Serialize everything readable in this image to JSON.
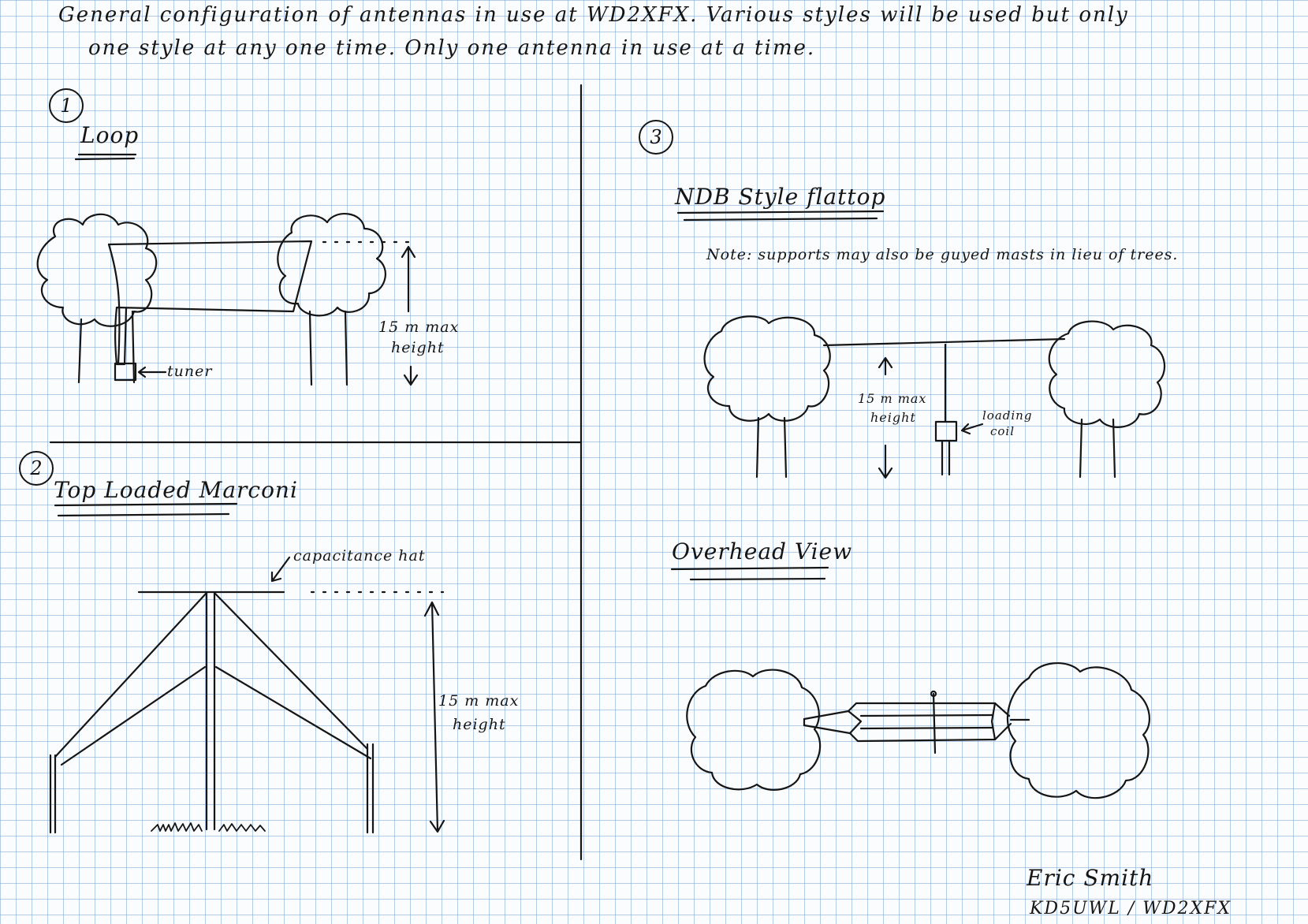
{
  "header": {
    "line1": "General configuration of antennas in use at WD2XFX.   Various styles will be used but only",
    "line2": "one style at any one time.  Only one antenna in use at a time."
  },
  "section1": {
    "number": "1",
    "title": "Loop",
    "height_label_1": "15 m max",
    "height_label_2": "height",
    "tuner_label": "tuner"
  },
  "section2": {
    "number": "2",
    "title": "Top Loaded Marconi",
    "hat_label": "capacitance hat",
    "height_label_1": "15 m max",
    "height_label_2": "height"
  },
  "section3": {
    "number": "3",
    "title": "NDB Style flattop",
    "note": "Note: supports may also be guyed masts in lieu of trees.",
    "height_label_1": "15 m max",
    "height_label_2": "height",
    "coil_label_1": "loading",
    "coil_label_2": "coil",
    "overhead_title": "Overhead View"
  },
  "signature": {
    "name": "Eric Smith",
    "calls": "KD5UWL / WD2XFX"
  },
  "colors": {
    "ink": "#151515",
    "grid": "#7aa5d7",
    "paper": "#fbfcfd"
  }
}
